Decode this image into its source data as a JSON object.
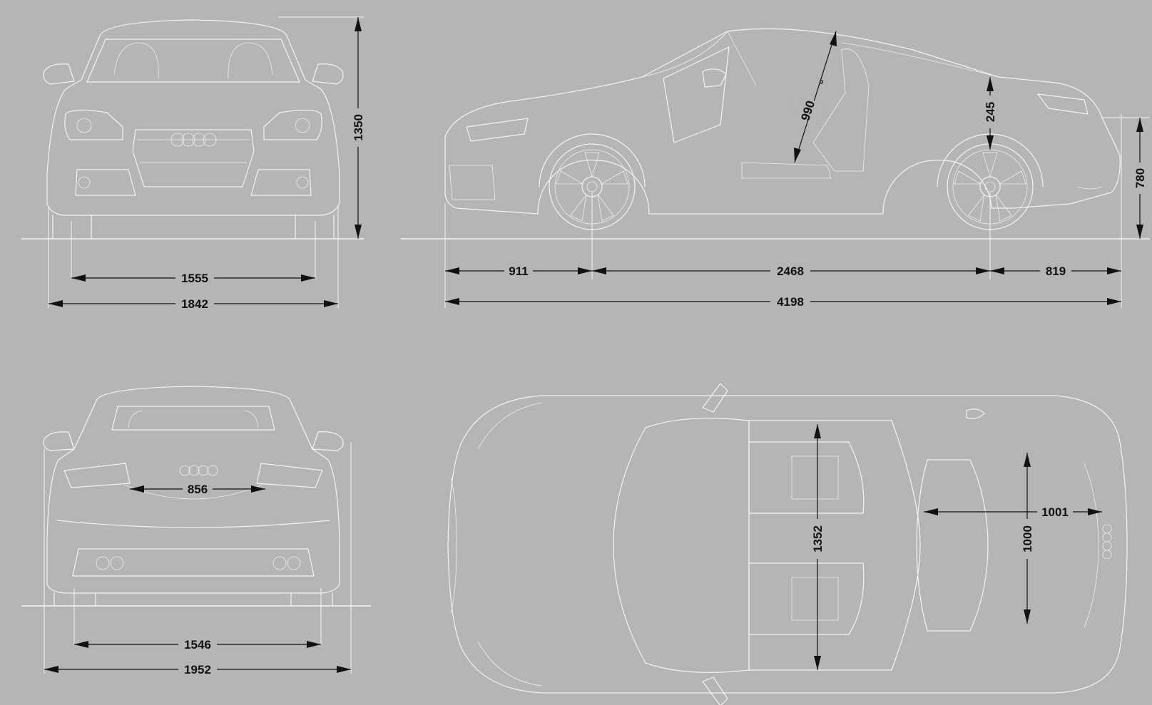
{
  "views": [
    "front-view",
    "side-view",
    "rear-view",
    "top-view"
  ],
  "colors": {
    "background": "#b4b5b7",
    "drawing_lines": "#f2f3f4",
    "dimension_lines": "#111111"
  },
  "dimensions": {
    "front_track": "1555",
    "front_width": "1842",
    "height": "1350",
    "front_overhang": "911",
    "wheelbase": "2468",
    "rear_overhang": "819",
    "overall_length": "4198",
    "trunk_lid_height": "245",
    "door_opening": "990",
    "rear_height": "780",
    "trunk_width": "856",
    "rear_track": "1546",
    "mirror_width": "1952",
    "interior_width": "1352",
    "trunk_length": "1001",
    "trunk_depth": "1000"
  }
}
